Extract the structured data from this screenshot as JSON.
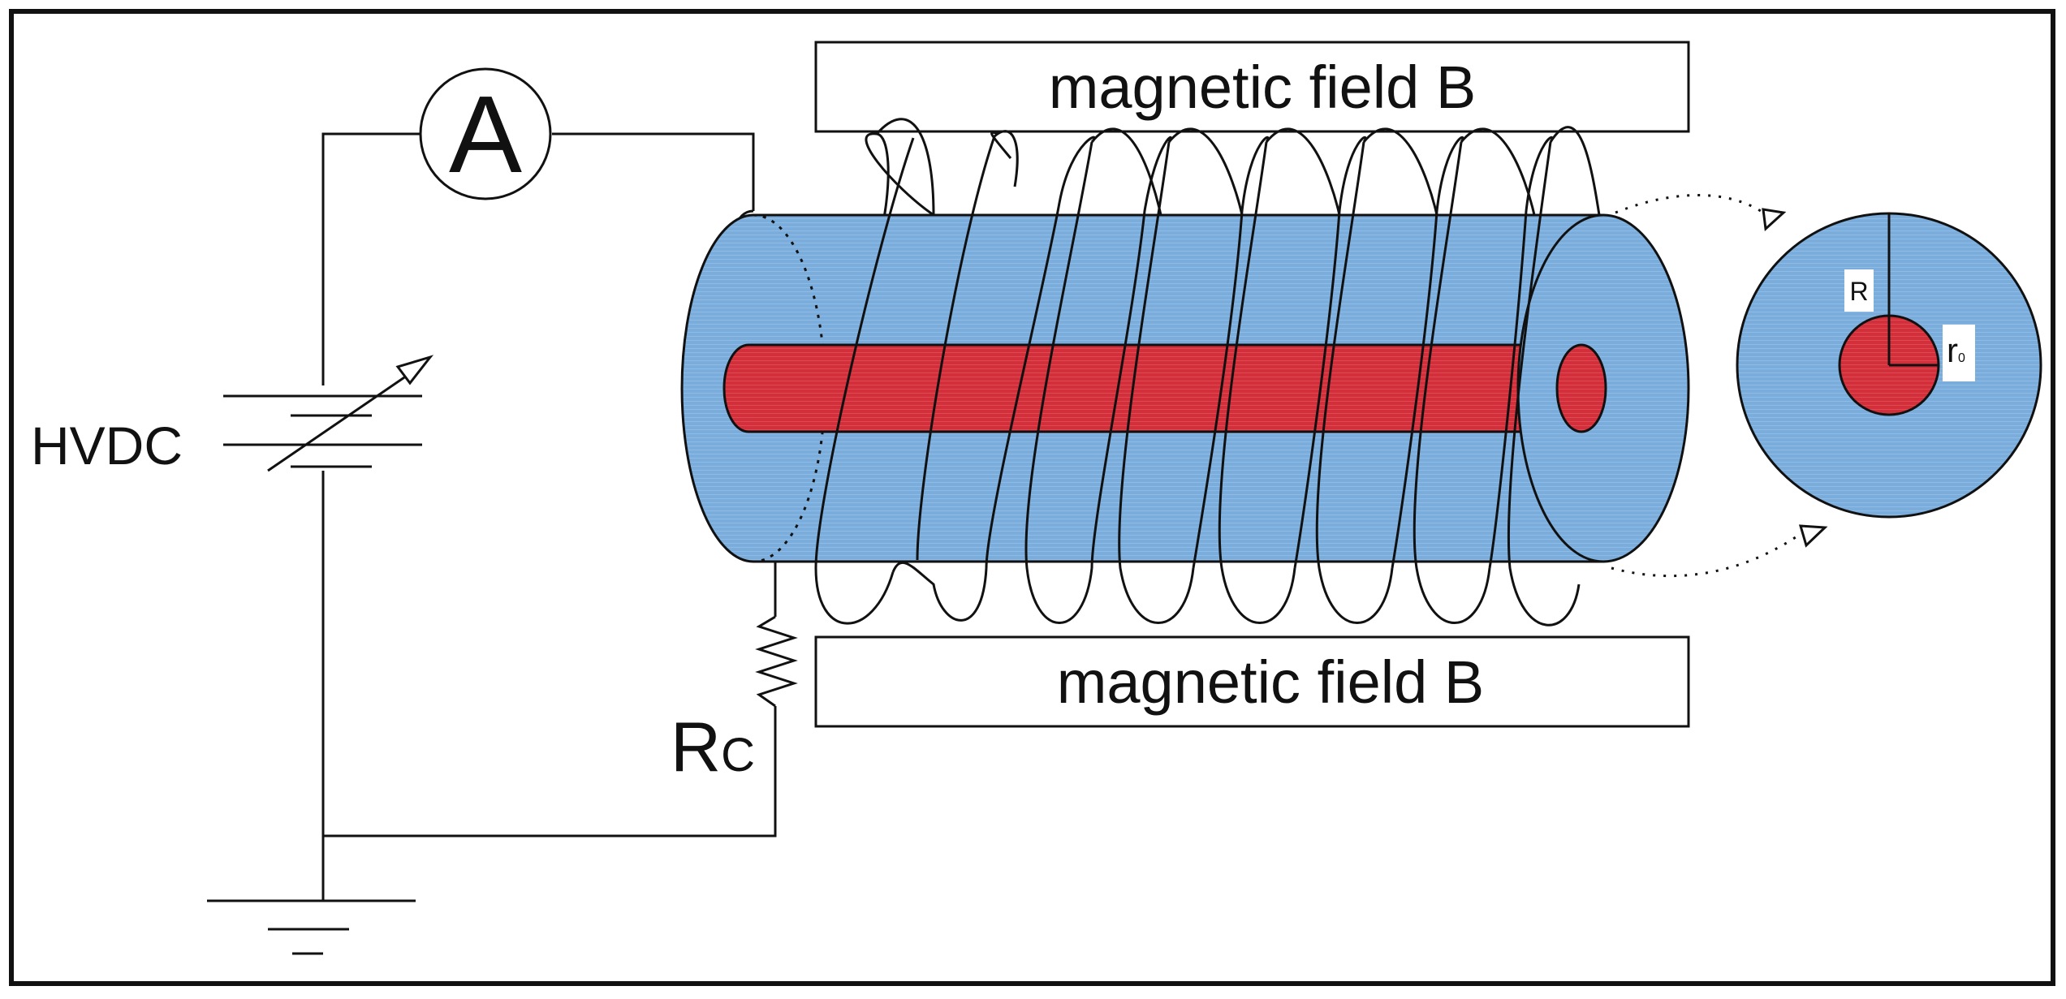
{
  "labels": {
    "ammeter": "A",
    "power_supply": "HVDC",
    "resistor_main": "R",
    "resistor_sub": "C",
    "field_top": "magnetic field B",
    "field_bottom": "magnetic field B",
    "outer_radius": "R",
    "inner_radius_main": "r",
    "inner_radius_sub": "0"
  },
  "colors": {
    "outer_cylinder": "#7aaddc",
    "inner_rod": "#d22f3a",
    "stroke": "#111111",
    "background": "#ffffff"
  }
}
